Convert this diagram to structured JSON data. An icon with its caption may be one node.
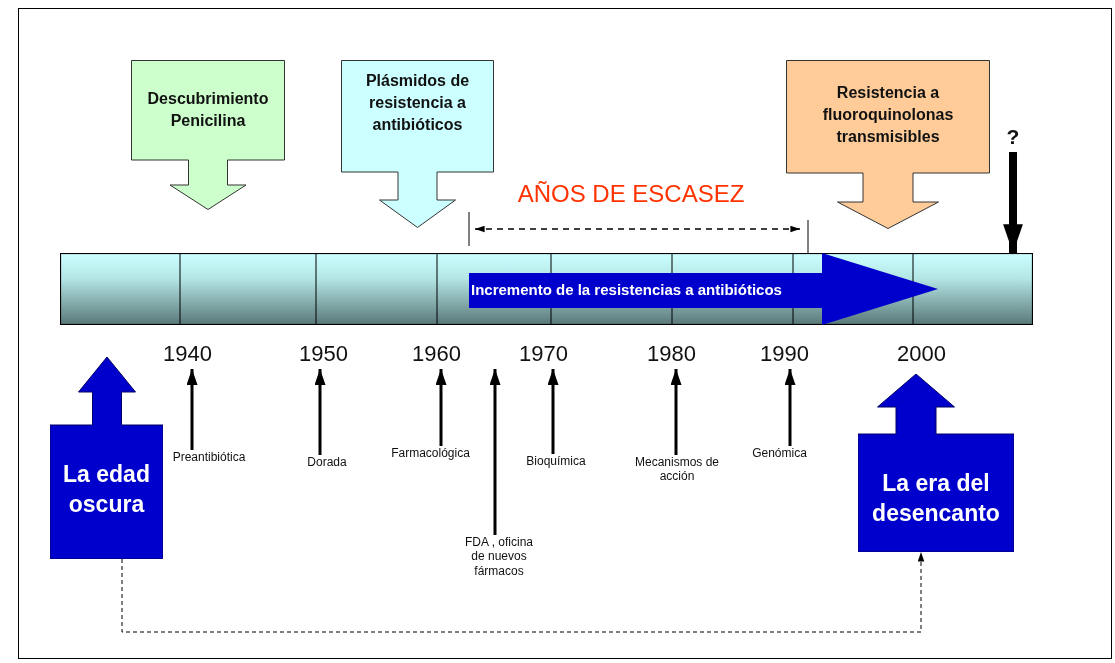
{
  "diagram": {
    "nodes": [
      {
        "text": [
          "Descubrimiento Penicilina"
        ]
      },
      {
        "text": [
          "Plásmidos de resistencia a antibióticos"
        ]
      },
      {
        "text": [
          "Resistencia a fluoroquinolonas transmisibles"
        ]
      },
      {
        "text": [
          "?"
        ]
      },
      {
        "text": [],
        "shape": "bar"
      },
      {
        "text": [
          "Incremento de la resistencias a antibióticos"
        ],
        "in": 4
      },
      {
        "text": [
          "La edad oscura"
        ]
      },
      {
        "text": [
          "La era del desencanto"
        ]
      },
      {
        "text": [
          "Preantibiótica"
        ]
      },
      {
        "text": [
          "Dorada"
        ]
      },
      {
        "text": [
          "Farmacológica"
        ]
      },
      {
        "text": [
          "FDA , oficina de nuevos fármacos"
        ]
      },
      {
        "text": [
          "Bioquímica"
        ]
      },
      {
        "text": [
          "Mecanismos de acción"
        ]
      },
      {
        "text": [
          "Genómica"
        ]
      },
      {
        "text": [
          "1940"
        ]
      },
      {
        "text": [
          "1950"
        ]
      },
      {
        "text": [
          "1960"
        ]
      },
      {
        "text": [
          "1970"
        ]
      },
      {
        "text": [
          "1980"
        ]
      },
      {
        "text": [
          "1990"
        ]
      },
      {
        "text": [
          "2000"
        ]
      }
    ],
    "edges": [
      {
        "from": 3,
        "to": 4,
        "arrow": "to",
        "style": "thick"
      },
      {
        "from": 8,
        "to": 15,
        "arrow": "to"
      },
      {
        "from": 9,
        "to": 16,
        "arrow": "to"
      },
      {
        "from": 10,
        "to": 17,
        "arrow": "to"
      },
      {
        "from": 11,
        "to": 18,
        "arrow": "to"
      },
      {
        "from": 12,
        "to": 18,
        "arrow": "to"
      },
      {
        "from": 13,
        "to": 19,
        "arrow": "to"
      },
      {
        "from": 14,
        "to": 20,
        "arrow": "to"
      },
      {
        "from": 6,
        "to": 7,
        "arrow": "to",
        "style": "dashed"
      }
    ],
    "labels": [
      "AÑOS DE ESCASEZ"
    ]
  }
}
